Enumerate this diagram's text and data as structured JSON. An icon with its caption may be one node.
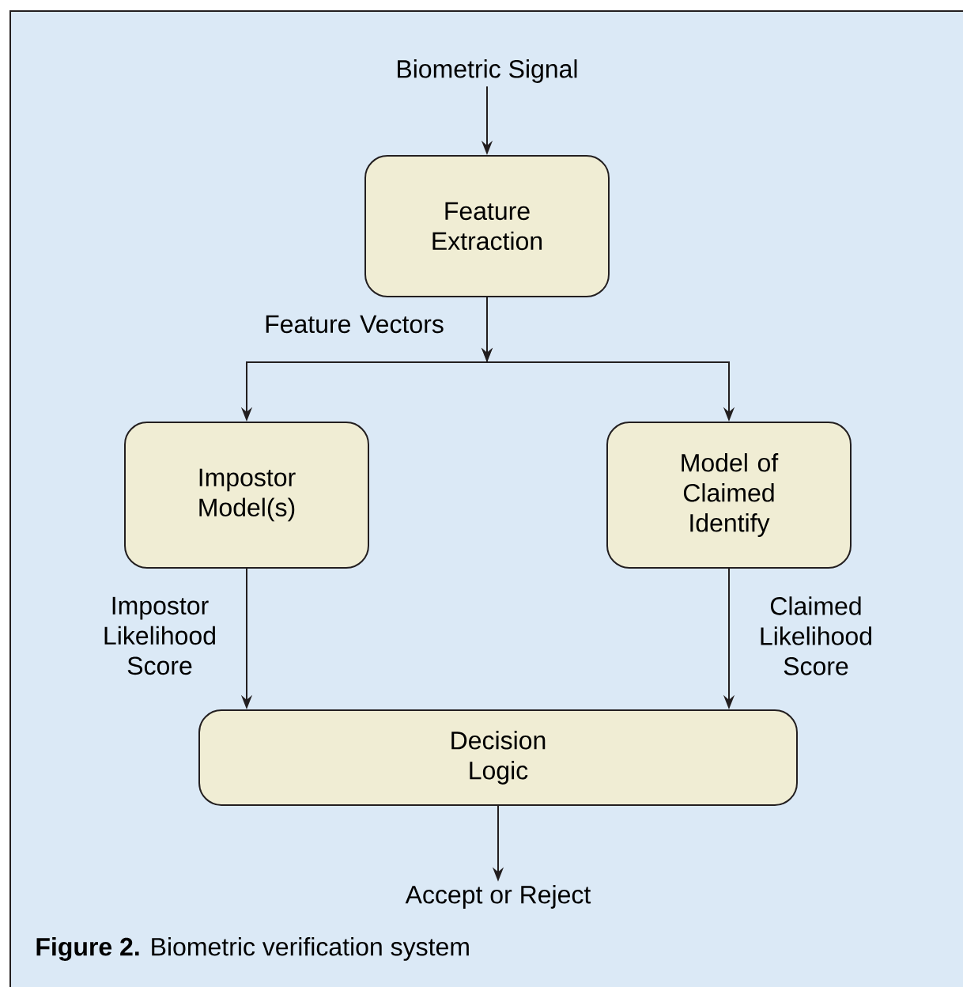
{
  "diagram": {
    "caption": "**Figure 2.** Biometric verification system",
    "nodes": [
      {
        "text": [
          "Biometric Signal"
        ]
      },
      {
        "text": [
          "Feature Extraction"
        ]
      },
      {
        "text": [
          "Impostor Model(s)"
        ]
      },
      {
        "text": [
          "Model of Claimed Identify"
        ]
      },
      {
        "text": [
          "Decision Logic"
        ]
      },
      {
        "text": [
          "Accept or Reject"
        ]
      }
    ],
    "edges": [
      {
        "from": 0,
        "to": 1,
        "arrow": "to"
      },
      {
        "from": 1,
        "to": 2,
        "arrow": "to",
        "label": "Feature Vectors"
      },
      {
        "from": 1,
        "to": 3,
        "arrow": "to"
      },
      {
        "from": 2,
        "to": 4,
        "arrow": "to",
        "label": "Impostor Likelihood Score"
      },
      {
        "from": 3,
        "to": 4,
        "arrow": "to",
        "label": "Claimed Likelihood Score"
      },
      {
        "from": 4,
        "to": 5,
        "arrow": "to"
      }
    ]
  }
}
